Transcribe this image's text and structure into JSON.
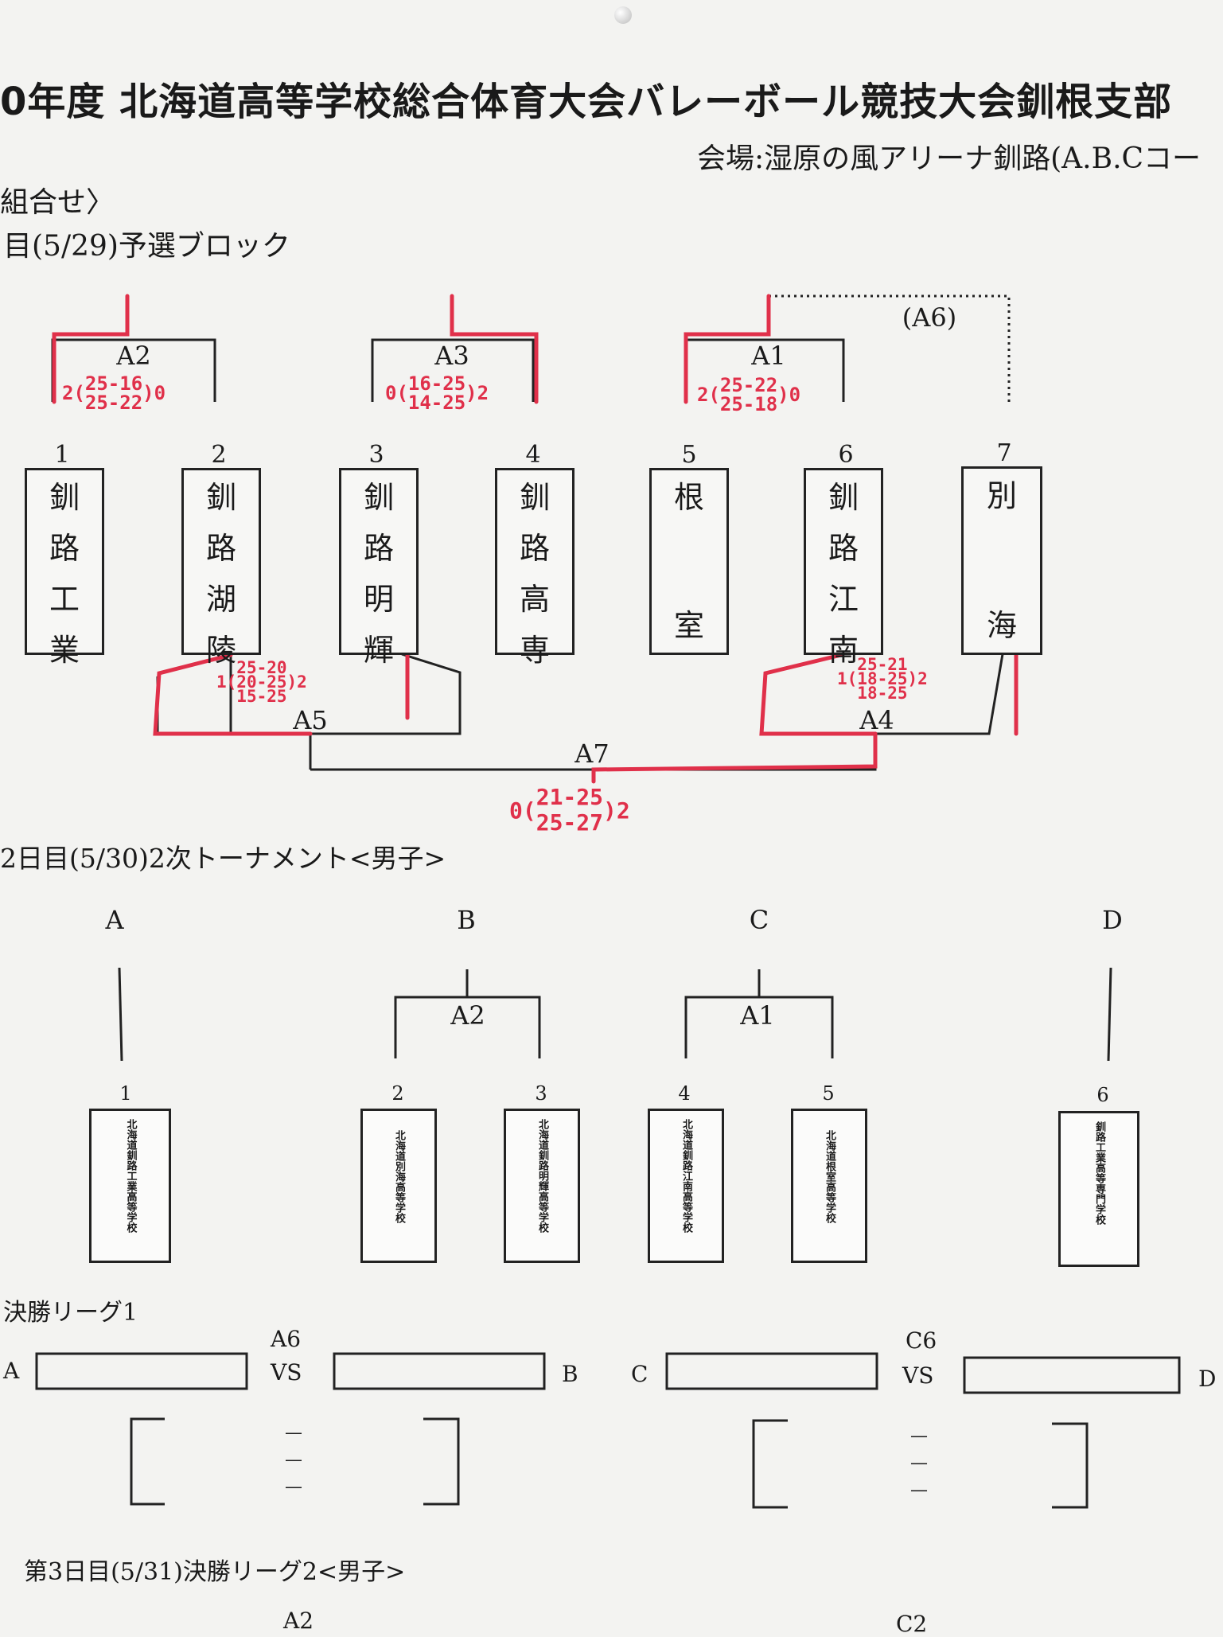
{
  "header": {
    "title": "0年度  北海道高等学校総合体育大会バレーボール競技大会釧根支部",
    "venue": "会場:湿原の風アリーナ釧路(A.B.Cコー"
  },
  "day1": {
    "heading1": "組合せ〉",
    "heading2": "目(5/29)予選ブロック",
    "matches": [
      "A2",
      "A3",
      "A1",
      "(A6)",
      "A5",
      "A4",
      "A7"
    ],
    "teams": [
      {
        "no": "1",
        "name": [
          "釧",
          "路",
          "工",
          "業"
        ]
      },
      {
        "no": "2",
        "name": [
          "釧",
          "路",
          "湖",
          "陵"
        ]
      },
      {
        "no": "3",
        "name": [
          "釧",
          "路",
          "明",
          "輝"
        ]
      },
      {
        "no": "4",
        "name": [
          "釧",
          "路",
          "高",
          "専"
        ]
      },
      {
        "no": "5",
        "name": [
          "根",
          "",
          "",
          "室"
        ]
      },
      {
        "no": "6",
        "name": [
          "釧",
          "路",
          "江",
          "南"
        ]
      },
      {
        "no": "7",
        "name": [
          "別",
          "",
          "",
          "海"
        ]
      }
    ],
    "results": {
      "a2": {
        "left": "2(",
        "l1": "25-16",
        "l2": "25-22",
        "right": ")0"
      },
      "a3": {
        "left": "0(",
        "l1": "16-25",
        "l2": "14-25",
        "right": ")2"
      },
      "a1": {
        "left": "2(",
        "l1": "25-22",
        "l2": "25-18",
        "right": ")0"
      },
      "a5": {
        "left": "1(",
        "l1": "25-20",
        "l2": "20-25",
        "l3": "15-25",
        "right": ")2"
      },
      "a4": {
        "left": "1(",
        "l1": "25-21",
        "l2": "18-25",
        "l3": "18-25",
        "right": ")2"
      },
      "a7": {
        "left": "0(",
        "l1": "21-25",
        "l2": "25-27",
        "right": ")2"
      }
    }
  },
  "day2": {
    "heading": "2日目(5/30)2次トーナメント<男子>",
    "groups": [
      "A",
      "B",
      "C",
      "D"
    ],
    "matches": [
      "A2",
      "A1"
    ],
    "teams": [
      {
        "no": "1",
        "name": "北海道釧路工業高等学校"
      },
      {
        "no": "2",
        "name": "北海道別海高等学校"
      },
      {
        "no": "3",
        "name": "北海道釧路明輝高等学校"
      },
      {
        "no": "4",
        "name": "北海道釧路江南高等学校"
      },
      {
        "no": "5",
        "name": "北海道根室高等学校"
      },
      {
        "no": "6",
        "name": "釧路工業高等専門学校"
      }
    ]
  },
  "league1": {
    "heading": "決勝リーグ1",
    "match_left": "A6",
    "match_right": "C6",
    "vs": "VS",
    "sides": [
      "A",
      "B",
      "C",
      "D"
    ],
    "dash": "—"
  },
  "day3": {
    "heading": "第3日目(5/31)決勝リーグ2<男子>",
    "labels": [
      "A2",
      "C2"
    ]
  }
}
